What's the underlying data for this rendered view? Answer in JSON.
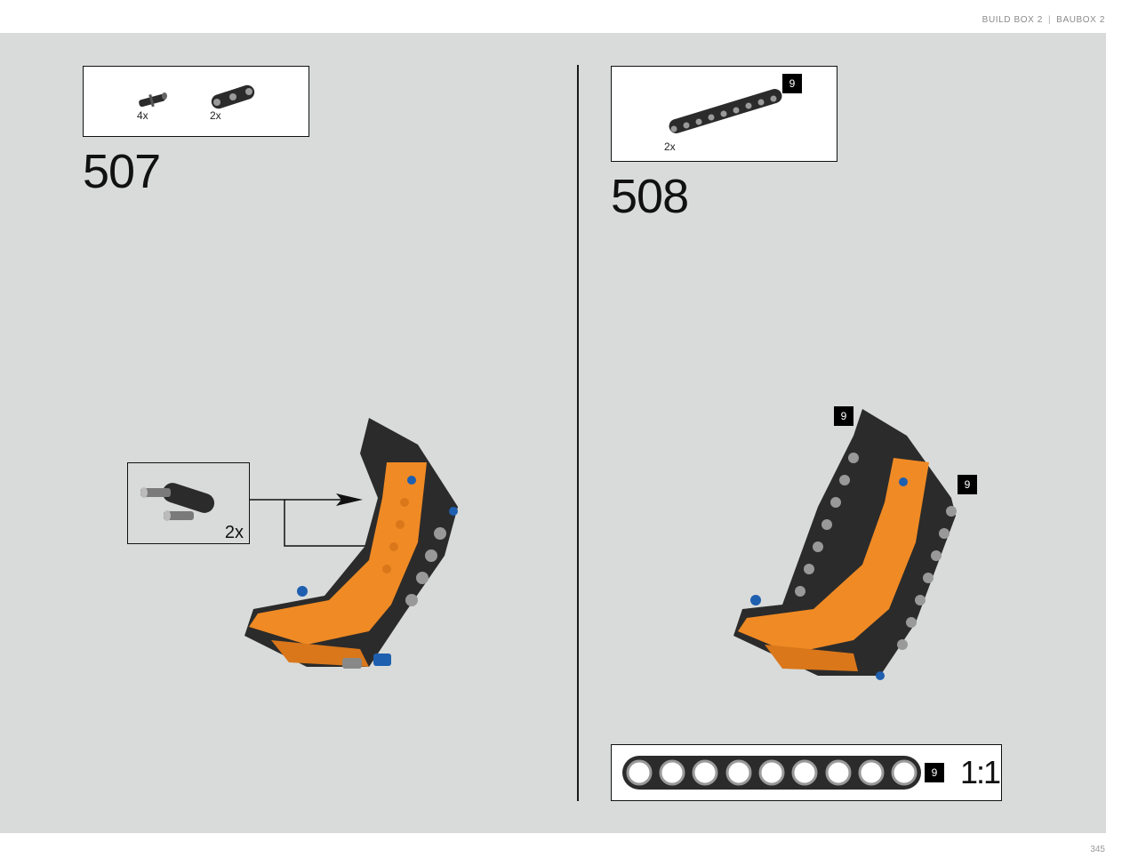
{
  "header": {
    "left": "BUILD BOX 2",
    "separator": "|",
    "right": "BAUBOX 2"
  },
  "step_507": {
    "number": "507",
    "parts": [
      {
        "name": "friction-pin",
        "qty": "4x"
      },
      {
        "name": "beam-3",
        "qty": "2x"
      }
    ],
    "callout_qty": "2x"
  },
  "step_508": {
    "number": "508",
    "parts": [
      {
        "name": "beam-9",
        "qty": "2x",
        "length_badge": "9"
      }
    ],
    "model_badges": [
      "9",
      "9"
    ]
  },
  "ruler": {
    "beam_length": "9",
    "scale": "1:1"
  },
  "page_number": "345",
  "colors": {
    "page_bg": "#d9dbda",
    "orange": "#f08a24",
    "black_part": "#2b2b2b",
    "blue": "#1f5fb0"
  }
}
